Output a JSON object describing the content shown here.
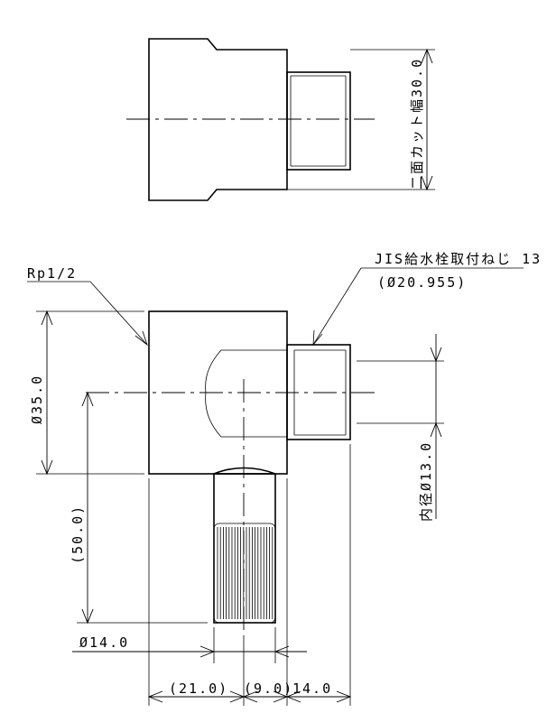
{
  "top_view": {
    "width_across_flats": "二面カット幅30.0"
  },
  "front_view": {
    "rp_label": "Rp1/2",
    "jis_label": "JIS給水栓取付ねじ 13",
    "jis_diameter": "(Ø20.955)",
    "dia_35": "Ø35.0",
    "inner_dia": "内径Ø13.0",
    "len_50": "(50.0)",
    "dia_14": "Ø14.0",
    "dim_21": "(21.0)",
    "dim_9": "(9.0)",
    "dim_14": "14.0"
  }
}
